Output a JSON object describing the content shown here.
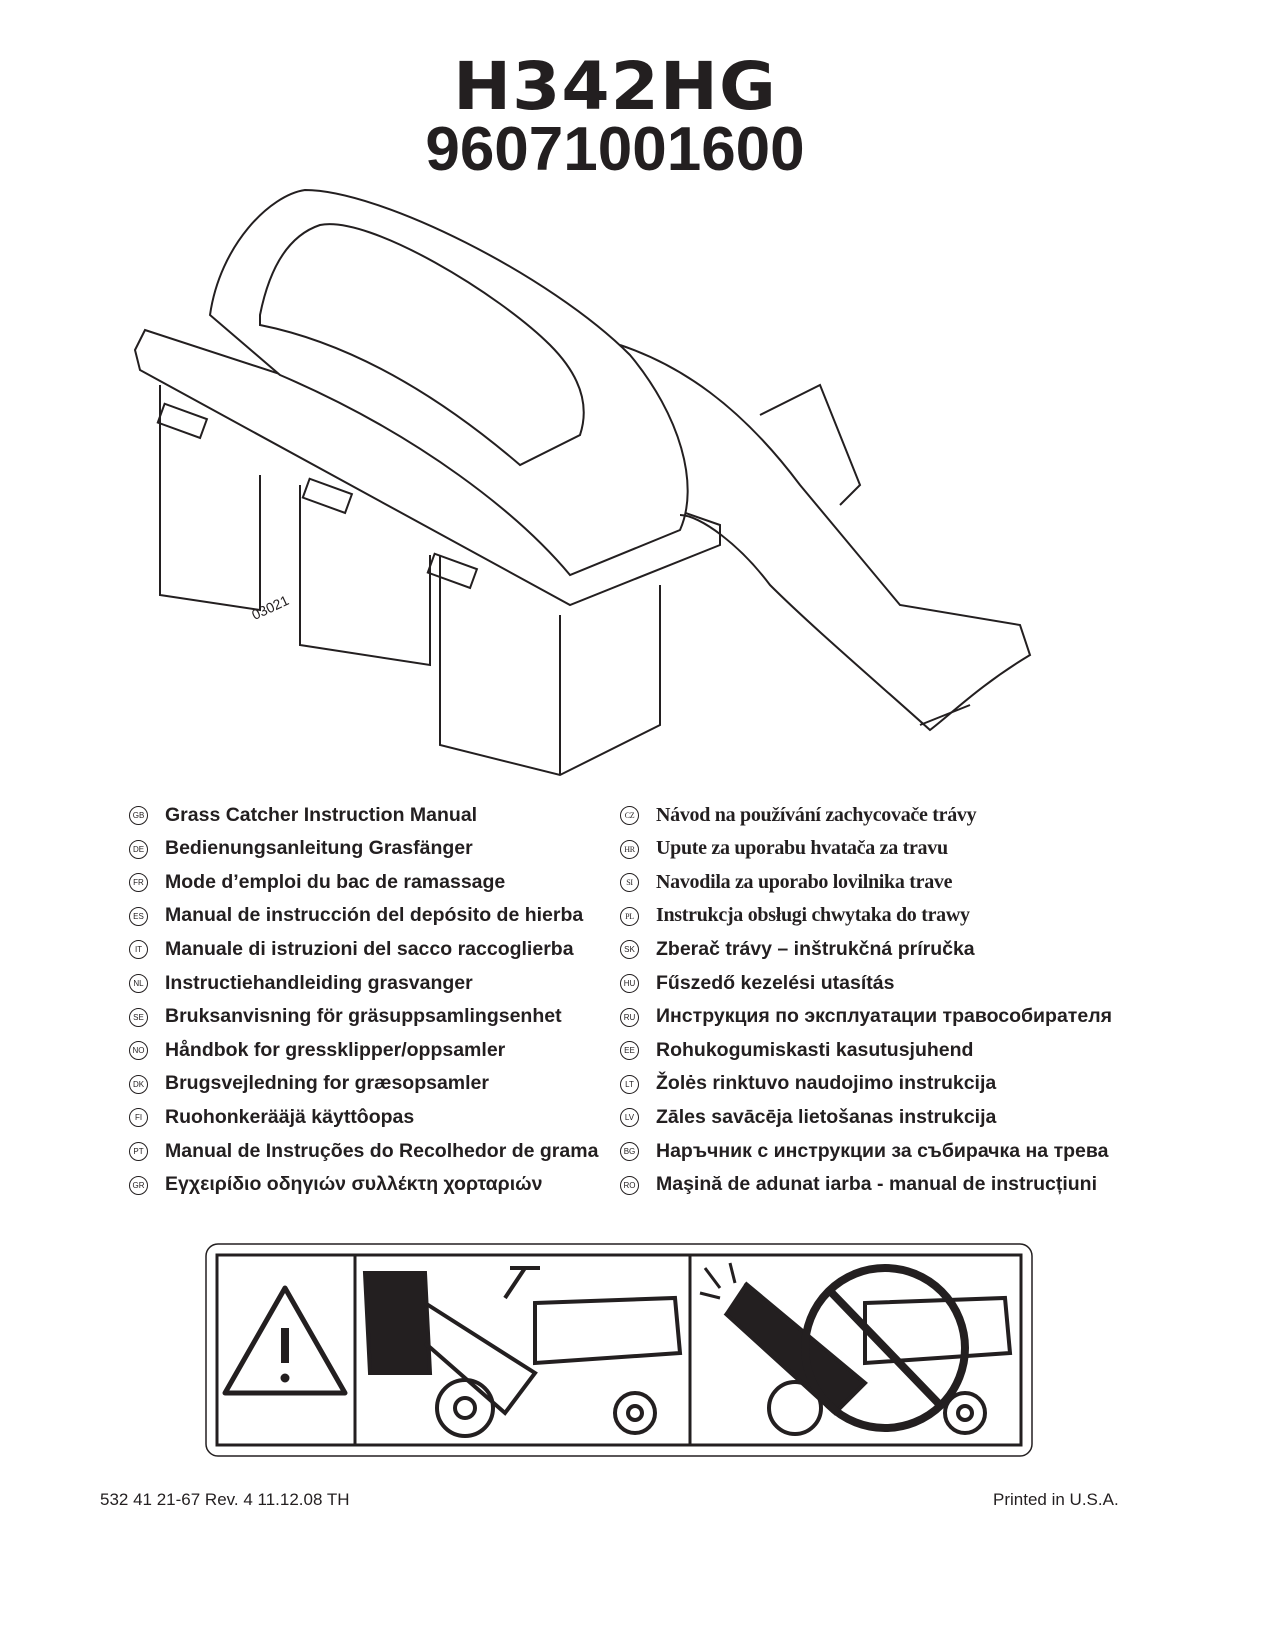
{
  "header": {
    "model": "H342HG",
    "part_number": "96071001600"
  },
  "illustration": {
    "drawing_number": "03021"
  },
  "languages_left": [
    {
      "code": "GB",
      "text": "Grass Catcher Instruction Manual"
    },
    {
      "code": "DE",
      "text": "Bedienungsanleitung Grasfänger"
    },
    {
      "code": "FR",
      "text": "Mode d’emploi du bac de ramassage"
    },
    {
      "code": "ES",
      "text": "Manual de instrucción del depósito de hierba"
    },
    {
      "code": "IT",
      "text": "Manuale di istruzioni del sacco raccoglierba"
    },
    {
      "code": "NL",
      "text": "Instructiehandleiding grasvanger"
    },
    {
      "code": "SE",
      "text": "Bruksanvisning för gräsuppsamlingsenhet"
    },
    {
      "code": "NO",
      "text": "Håndbok for gressklipper/oppsamler"
    },
    {
      "code": "DK",
      "text": "Brugsvejledning for græsopsamler"
    },
    {
      "code": "FI",
      "text": "Ruohonkerääjä käyttôopas"
    },
    {
      "code": "PT",
      "text": "Manual de Instruções do Recolhedor de grama"
    },
    {
      "code": "GR",
      "text": "Εγχειρίδιο οδηγιών συλλέκτη χορταριών"
    }
  ],
  "languages_right": [
    {
      "code": "CZ",
      "text": "Návod na používání zachycovače trávy"
    },
    {
      "code": "HR",
      "text": "Upute za uporabu hvatača za travu"
    },
    {
      "code": "SI",
      "text": "Navodila za uporabo lovilnika trave"
    },
    {
      "code": "PL",
      "text": "Instrukcja obsługi chwytaka do trawy"
    },
    {
      "code": "SK",
      "text": "Zberač trávy – inštrukčná príručka"
    },
    {
      "code": "HU",
      "text": "Fűszedő kezelési utasítás"
    },
    {
      "code": "RU",
      "text": "Инструкция по эксплуатации травособирателя"
    },
    {
      "code": "EE",
      "text": "Rohukogumiskasti kasutusjuhend"
    },
    {
      "code": "LT",
      "text": "Žolės rinktuvo naudojimo instrukcija"
    },
    {
      "code": "LV",
      "text": "Zāles savācēja lietošanas instrukcija"
    },
    {
      "code": "BG",
      "text": "Наръчник с инструкции за събирачка на трева"
    },
    {
      "code": "RO",
      "text": "Maşină de adunat iarba - manual de instrucțiuni"
    }
  ],
  "footer": {
    "doc_info": "532 41 21-67   Rev. 4  11.12.08  TH",
    "printed": "Printed in U.S.A."
  }
}
